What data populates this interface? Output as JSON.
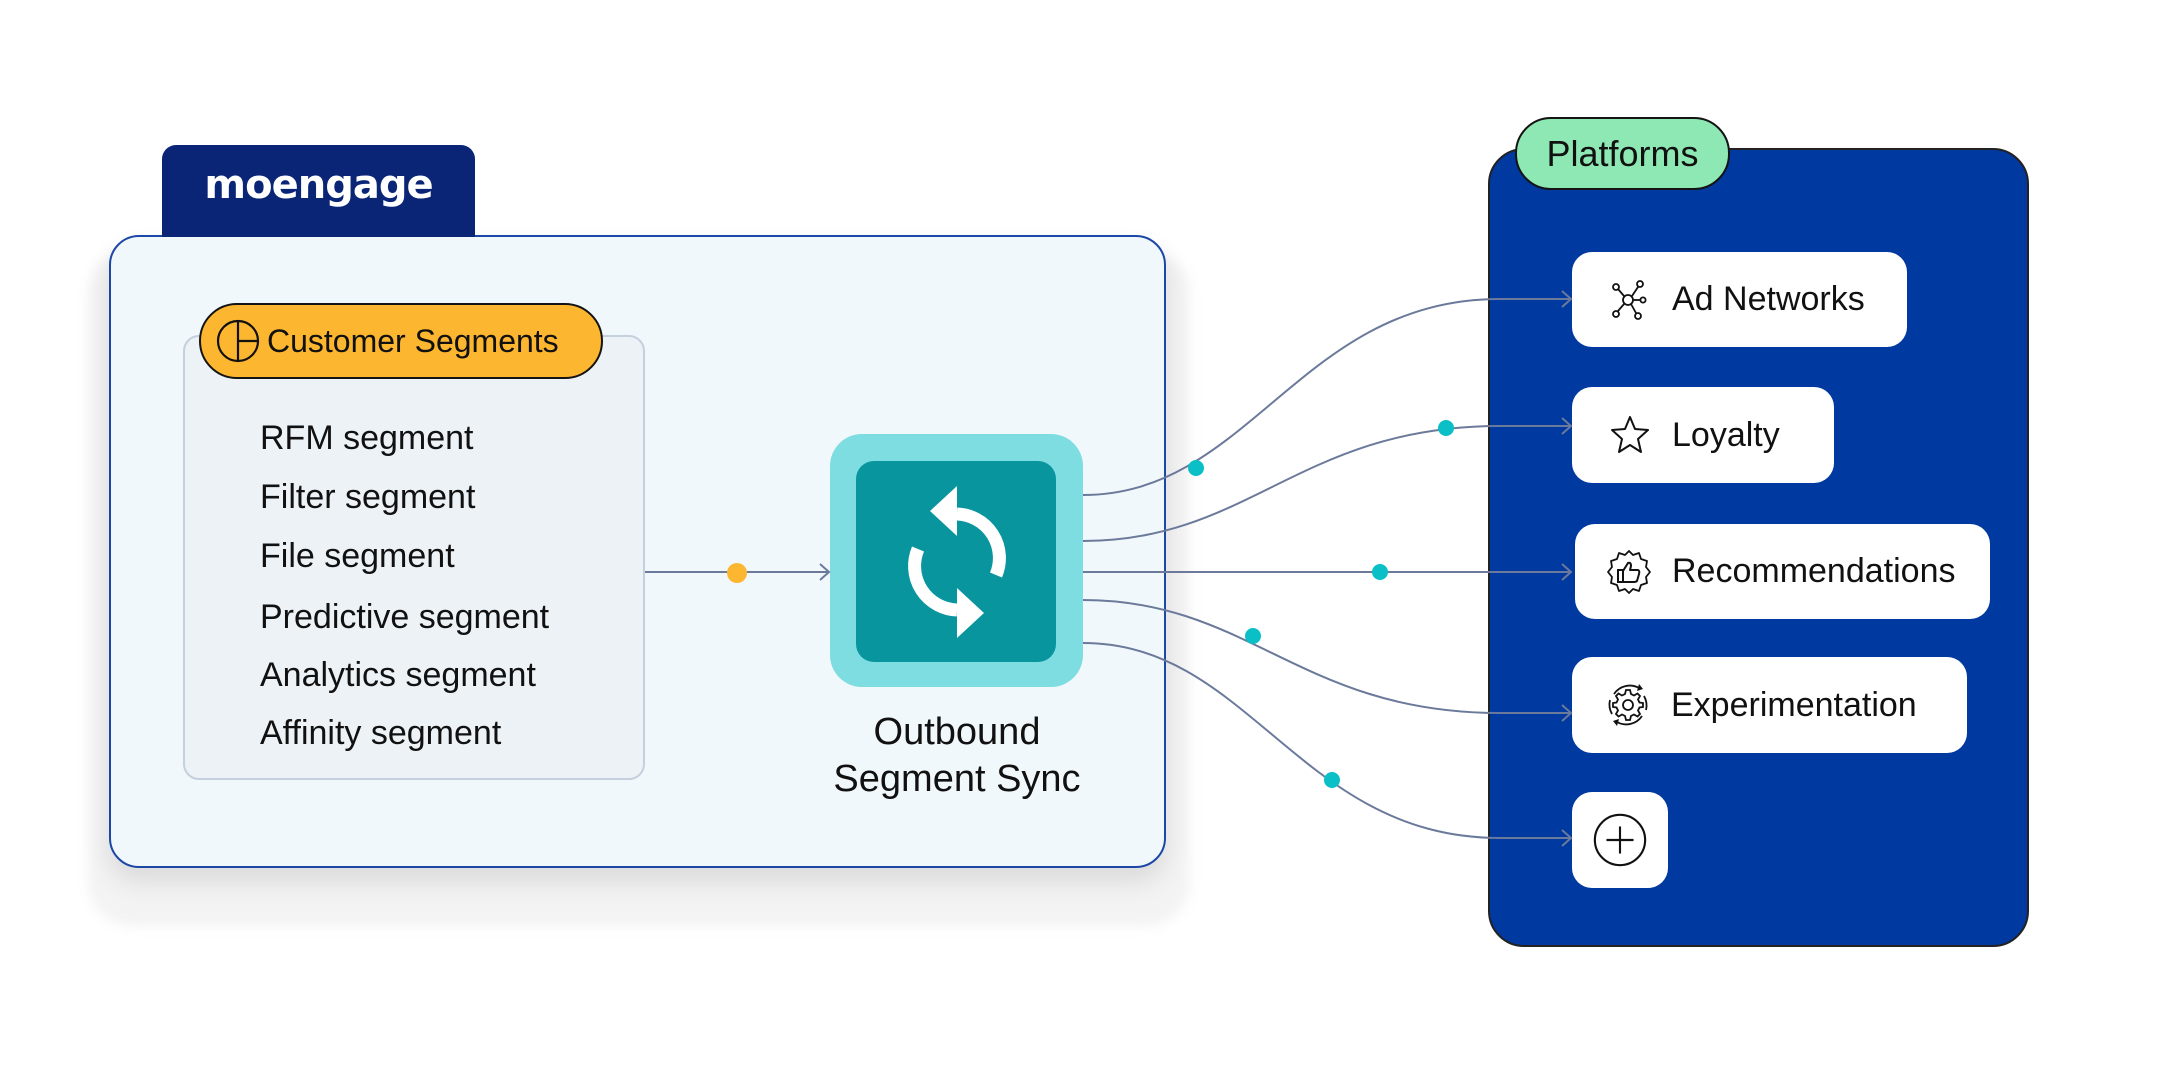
{
  "brand": {
    "logo_text": "moengage",
    "tab_color": "#0b2576"
  },
  "source": {
    "title": "Customer Segments",
    "icon": "pie-chart-icon",
    "pill_color": "#fdb630",
    "segments": [
      "RFM segment",
      "Filter segment",
      "File segment",
      "Predictive segment",
      "Analytics segment",
      "Affinity segment"
    ]
  },
  "processor": {
    "icon": "sync-icon",
    "label_line1": "Outbound",
    "label_line2": "Segment Sync",
    "outer_color": "#7edde1",
    "inner_color": "#08959e"
  },
  "destinations": {
    "title": "Platforms",
    "pill_color": "#8de8b3",
    "panel_color": "#0039a0",
    "items": [
      {
        "label": "Ad Networks",
        "icon": "network-nodes-icon"
      },
      {
        "label": "Loyalty",
        "icon": "star-icon"
      },
      {
        "label": "Recommendations",
        "icon": "thumbs-up-badge-icon"
      },
      {
        "label": "Experimentation",
        "icon": "gear-cycle-icon"
      },
      {
        "label": "",
        "icon": "plus-circle-icon"
      }
    ]
  },
  "connectors": {
    "line_color": "#6b7a9b",
    "source_dot_color": "#fdb630",
    "output_dot_color": "#0bbfc6"
  }
}
